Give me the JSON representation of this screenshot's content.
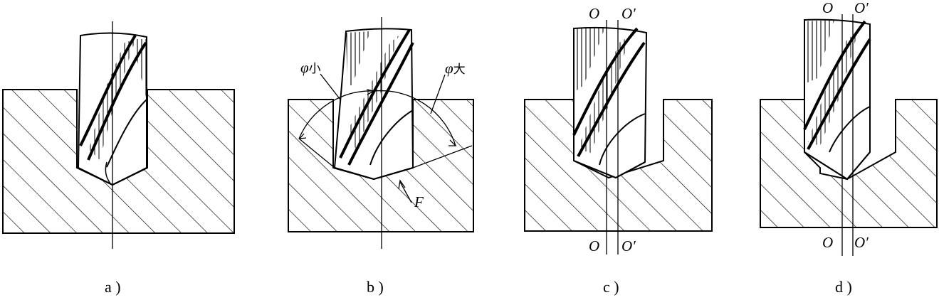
{
  "panels": {
    "a": {
      "caption": "a )"
    },
    "b": {
      "caption": "b )",
      "phi_small": "φ",
      "phi_small_sub": "小",
      "phi_large": "φ",
      "phi_large_sub": "大",
      "force": "F"
    },
    "c": {
      "caption": "c )",
      "axis_top_left": "O",
      "axis_top_right": "O′",
      "axis_bottom_left": "O",
      "axis_bottom_right": "O′"
    },
    "d": {
      "caption": "d )",
      "axis_top_left": "O",
      "axis_top_right": "O′",
      "axis_bottom_left": "O",
      "axis_bottom_right": "O′"
    }
  },
  "colors": {
    "stroke": "#000000",
    "background": "#ffffff"
  }
}
